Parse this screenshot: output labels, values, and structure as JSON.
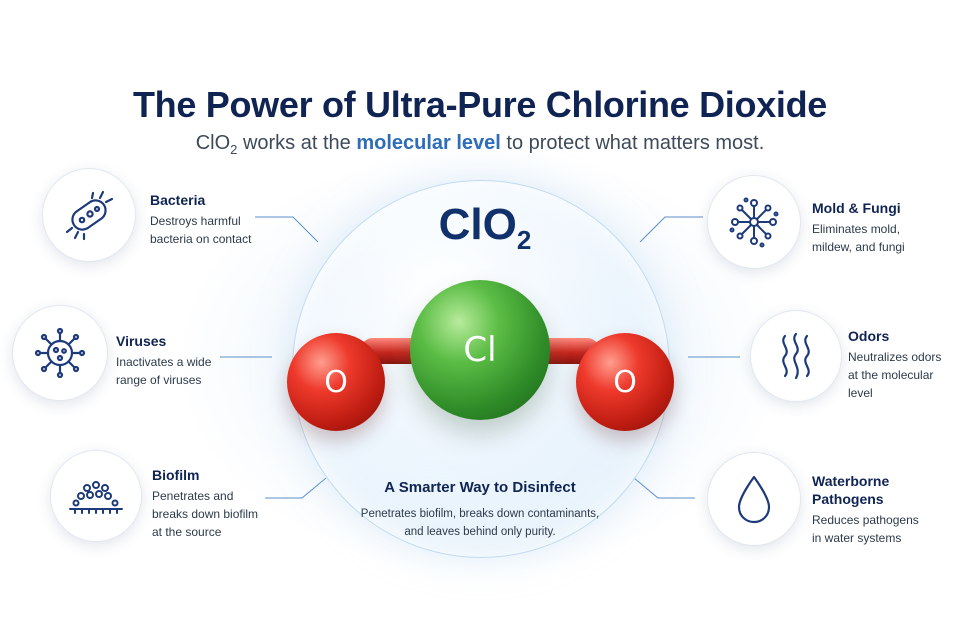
{
  "header": {
    "title": "The Power of Ultra-Pure Chlorine Dioxide",
    "subtitle_prefix": "ClO",
    "subtitle_subscript": "2",
    "subtitle_before": " works at the ",
    "subtitle_highlight": "molecular level",
    "subtitle_after": " to protect what matters most."
  },
  "molecule": {
    "formula": "ClO",
    "formula_subscript": "2",
    "center_atom": "Cl",
    "left_atom": "O",
    "right_atom": "O"
  },
  "center_panel": {
    "title": "A Smarter Way to Disinfect",
    "description": "Penetrates biofilm, breaks down contaminants,\nand leaves behind only purity."
  },
  "features": {
    "bacteria": {
      "title": "Bacteria",
      "description": "Destroys harmful\nbacteria on contact",
      "icon": "bacteria-icon"
    },
    "viruses": {
      "title": "Viruses",
      "description": "Inactivates a wide\nrange of viruses",
      "icon": "virus-icon"
    },
    "biofilm": {
      "title": "Biofilm",
      "description": "Penetrates and\nbreaks down biofilm\nat the source",
      "icon": "biofilm-icon"
    },
    "mold": {
      "title": "Mold & Fungi",
      "description": "Eliminates mold,\nmildew, and fungi",
      "icon": "mold-icon"
    },
    "odors": {
      "title": "Odors",
      "description": "Neutralizes odors\nat the molecular\nlevel",
      "icon": "odor-waves-icon"
    },
    "water": {
      "title": "Waterborne\nPathogens",
      "description": "Reduces pathogens\nin water systems",
      "icon": "water-drop-icon"
    }
  },
  "colors": {
    "navy": "#0f2452",
    "accent_blue": "#2e6db8",
    "chlorine_green": "#3f9a35",
    "oxygen_red": "#d4281c"
  }
}
